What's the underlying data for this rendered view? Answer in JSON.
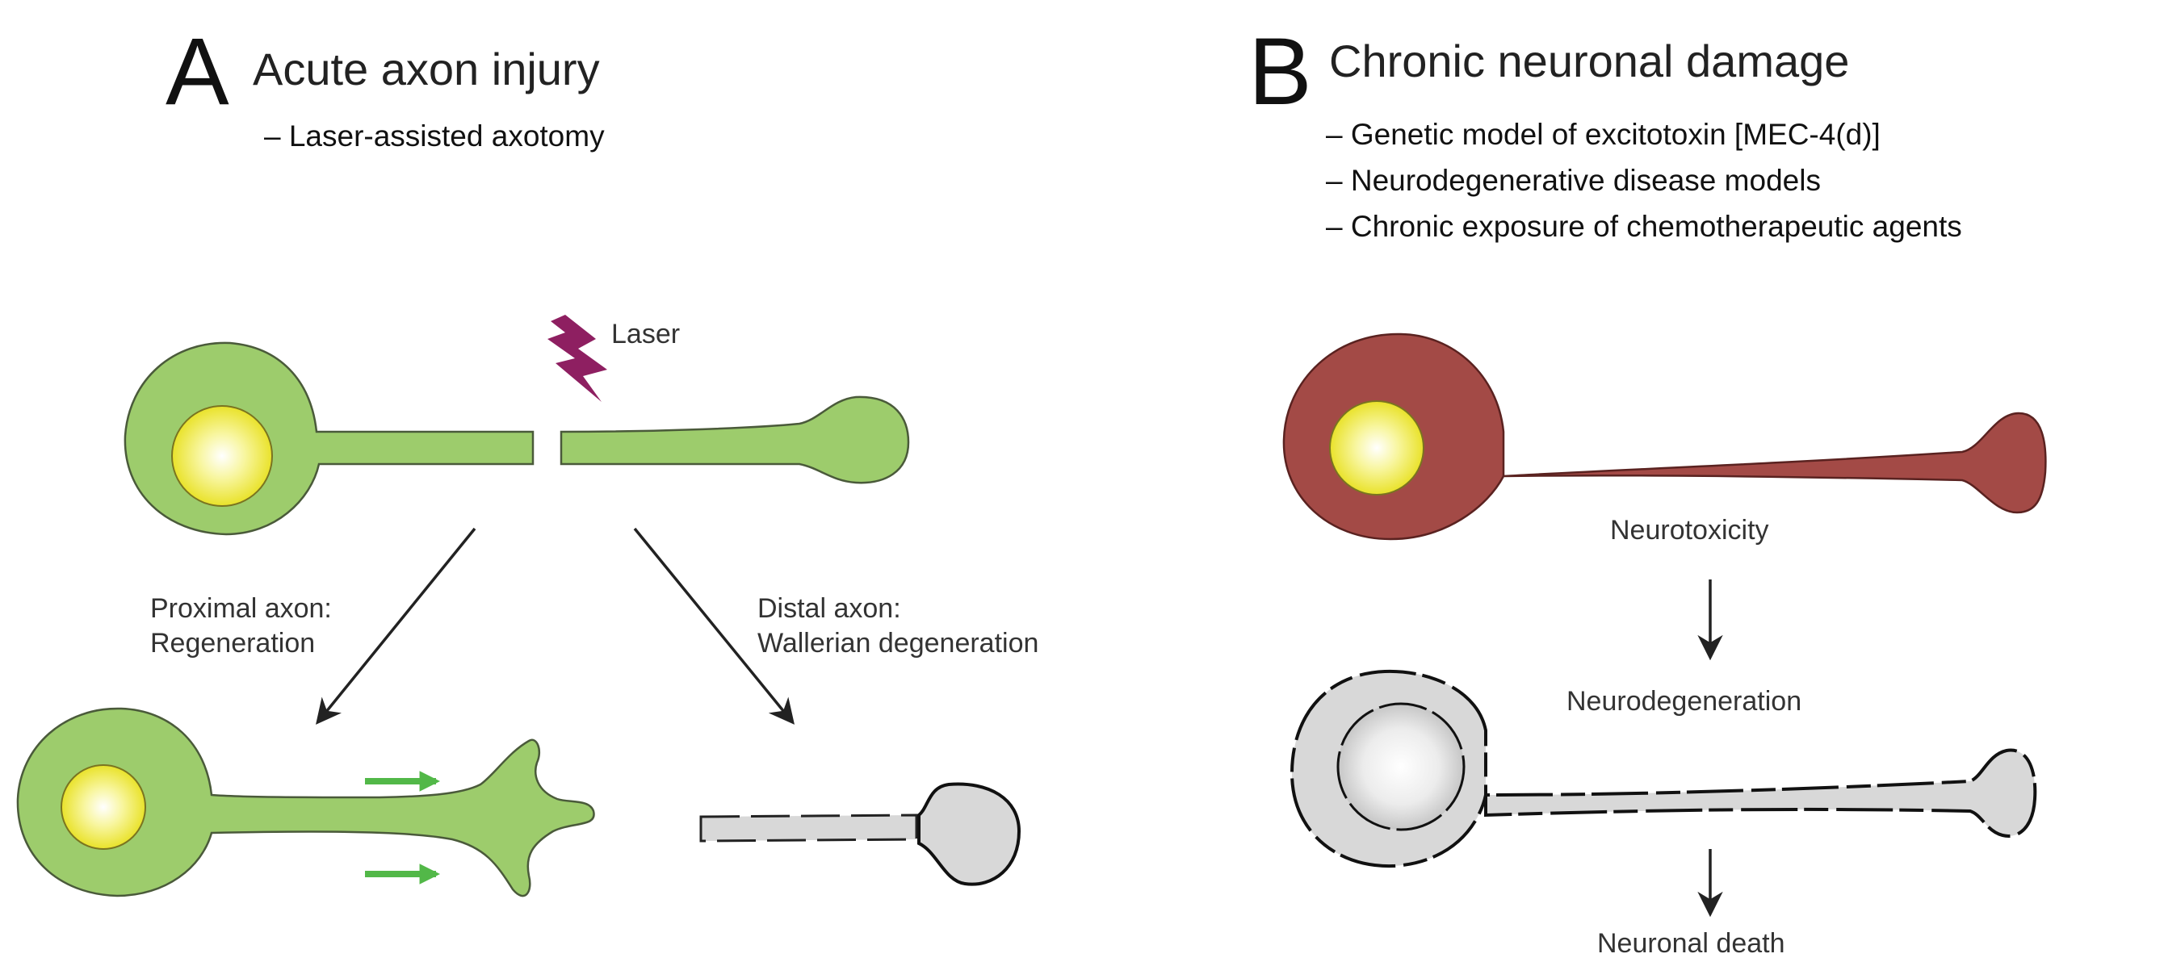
{
  "panel_a": {
    "letter": "A",
    "title": "Acute axon injury",
    "methods": [
      "– Laser-assisted axotomy"
    ],
    "laser_label": "Laser",
    "proximal_label": [
      "Proximal axon:",
      "Regeneration"
    ],
    "distal_label": [
      "Distal axon:",
      "Wallerian degeneration"
    ]
  },
  "panel_b": {
    "letter": "B",
    "title": "Chronic neuronal damage",
    "methods": [
      "– Genetic model of excitotoxin [MEC-4(d)]",
      "– Neurodegenerative disease models",
      "– Chronic exposure of chemotherapeutic agents"
    ],
    "stage_1": "Neurotoxicity",
    "stage_2": "Neurodegeneration",
    "stage_3": "Neuronal death"
  },
  "colors": {
    "healthy_neuron": "#9dcc6c",
    "toxic_neuron": "#a34a46",
    "degenerated_neuron": "#d8d8d8",
    "nucleus": "#f2ee3a",
    "laser": "#8e1f61",
    "growth_arrow": "#52b848"
  }
}
